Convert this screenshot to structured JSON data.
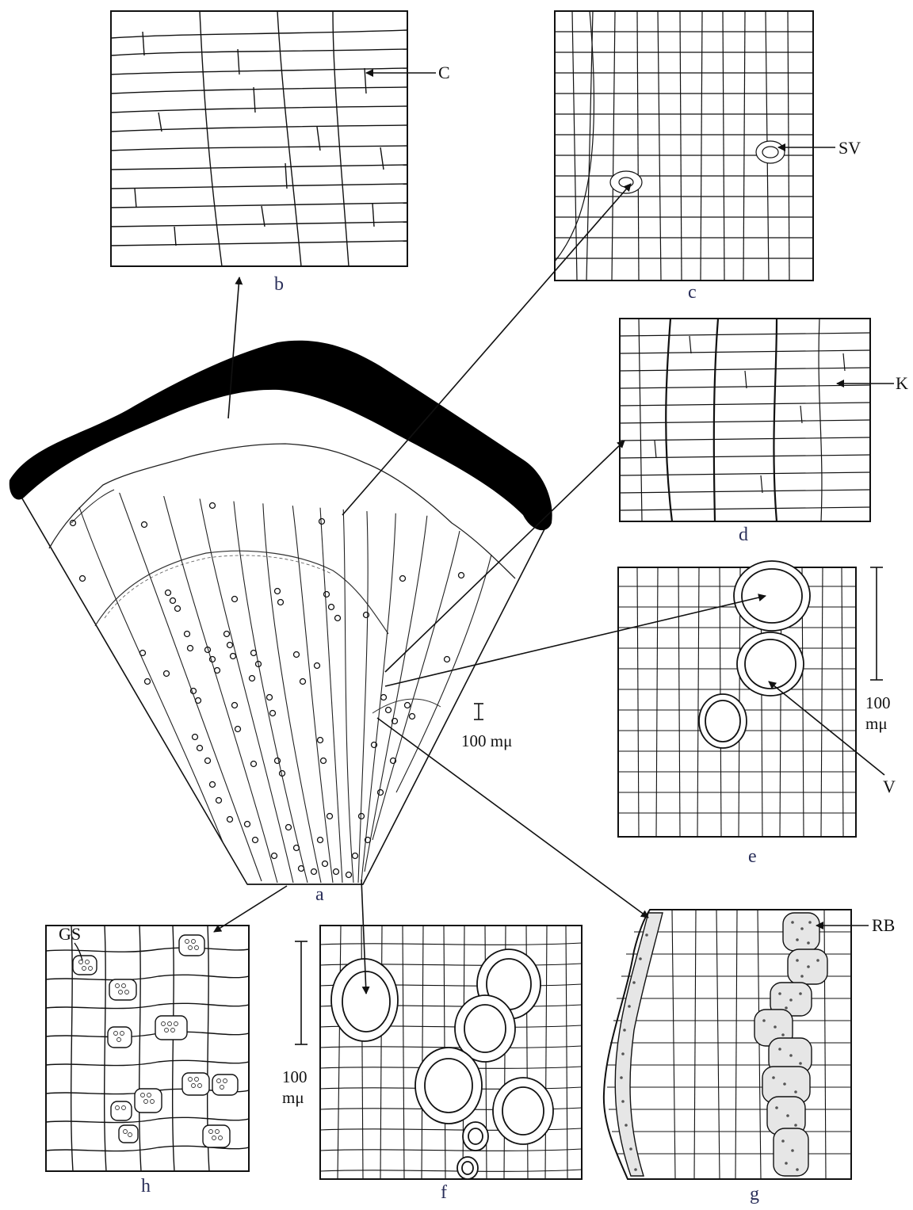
{
  "panels": {
    "a": "a",
    "b": "b",
    "c": "c",
    "d": "d",
    "e": "e",
    "f": "f",
    "g": "g",
    "h": "h"
  },
  "callouts": {
    "C": "C",
    "SV": "SV",
    "K": "K",
    "V": "V",
    "RB": "RB",
    "GS": "GS"
  },
  "scale_bars": {
    "a": "100 mμ",
    "e_line1": "100",
    "e_line2": "mμ",
    "f_line1": "100",
    "f_line2": "mμ"
  }
}
